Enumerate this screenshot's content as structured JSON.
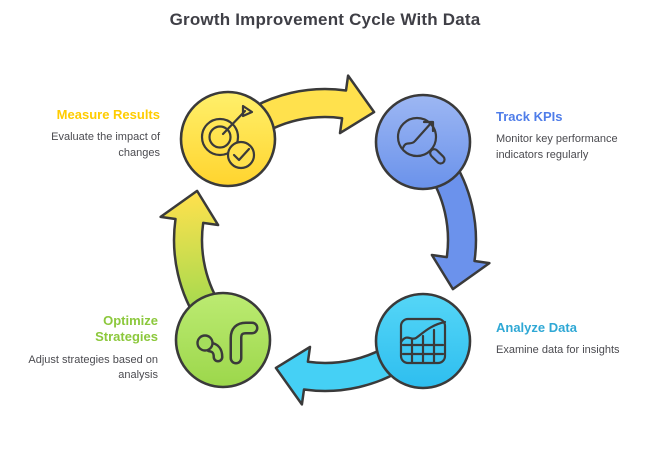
{
  "title": "Growth Improvement Cycle With Data",
  "diagram": {
    "type": "cycle",
    "direction": "clockwise",
    "outline_color": "#3a3a3a",
    "background_color": "#ffffff"
  },
  "steps": [
    {
      "id": "measure-results",
      "label": "Measure Results",
      "description": "Evaluate the impact of changes",
      "color": "#ffcc00",
      "node_color": "#ffd42e",
      "icon": "target-check-icon",
      "position": "top-left"
    },
    {
      "id": "track-kpis",
      "label": "Track KPIs",
      "description": "Monitor key performance indicators regularly",
      "color": "#4f7de9",
      "node_color": "#6a92eb",
      "icon": "search-trend-icon",
      "position": "top-right"
    },
    {
      "id": "analyze-data",
      "label": "Analyze Data",
      "description": "Examine data for insights",
      "color": "#2fa8d5",
      "node_color": "#2ebeef",
      "icon": "chart-grid-icon",
      "position": "bottom-right"
    },
    {
      "id": "optimize-strategies",
      "label": "Optimize Strategies",
      "description": "Adjust strategies based on analysis",
      "color": "#8cc83c",
      "node_color": "#9cd74b",
      "icon": "optimize-arrows-icon",
      "position": "bottom-left"
    }
  ]
}
